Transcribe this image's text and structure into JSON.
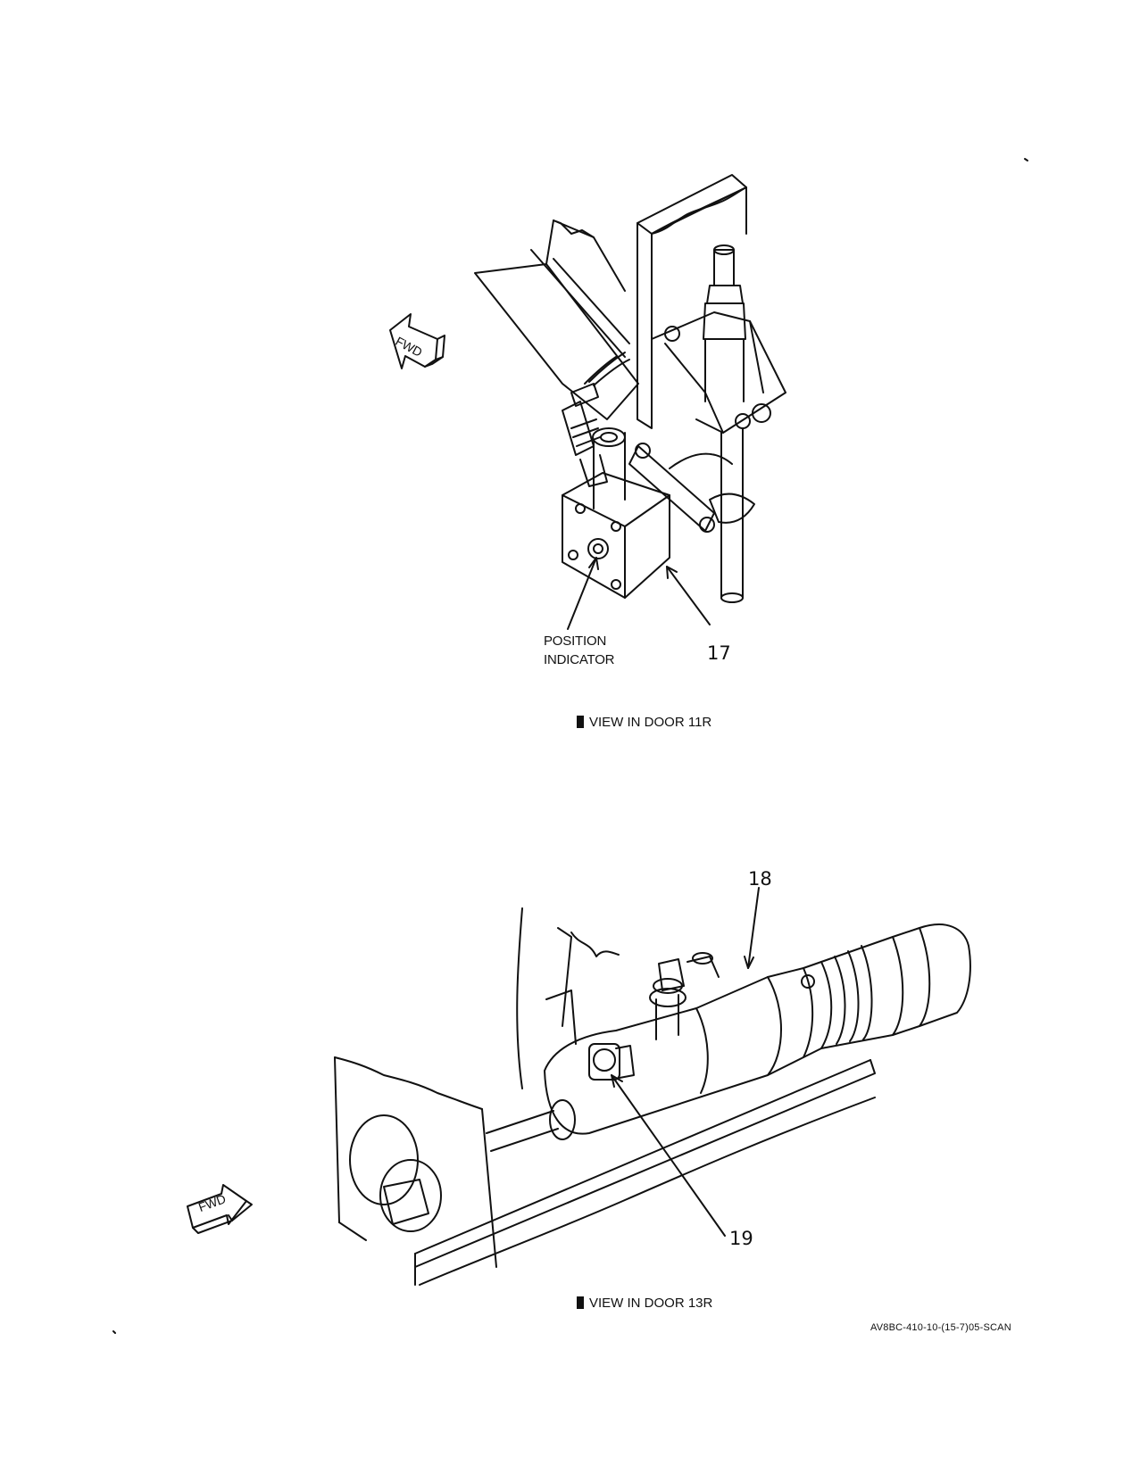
{
  "top_view": {
    "fwd_arrow": "FWD",
    "position_label_line1": "POSITION",
    "position_label_line2": "INDICATOR",
    "item_17": "17",
    "caption": "VIEW IN DOOR 11R"
  },
  "bottom_view": {
    "fwd_arrow": "FWD",
    "item_18": "18",
    "item_19": "19",
    "caption": "VIEW IN DOOR 13R"
  },
  "figure_ref": "AV8BC-410-10-(15-7)05-SCAN"
}
